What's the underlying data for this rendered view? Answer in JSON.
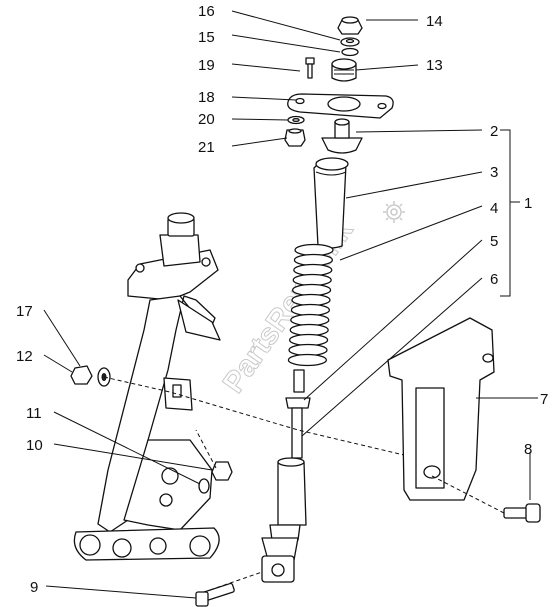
{
  "diagram": {
    "watermark": "PartsRepublik",
    "callouts": [
      "1",
      "2",
      "3",
      "4",
      "5",
      "6",
      "7",
      "8",
      "9",
      "10",
      "11",
      "12",
      "13",
      "14",
      "15",
      "16",
      "17",
      "18",
      "19",
      "20",
      "21"
    ]
  }
}
